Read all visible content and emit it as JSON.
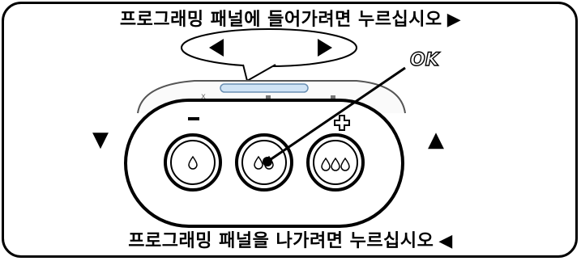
{
  "captions": {
    "enter": "프로그래밍 패널에 들어가려면 누르십시오",
    "enter_arrow": "▶",
    "exit": "프로그래밍 패널을 나가려면 누르십시오",
    "exit_arrow": "◀"
  },
  "labels": {
    "ok": "OK",
    "down_arrow": "▼",
    "up_arrow": "▲",
    "minus": "−",
    "plus": "✚"
  },
  "icons": {
    "left_arrow": "left-triangle-icon",
    "right_arrow": "right-triangle-icon",
    "buttons": [
      "single-drop-icon",
      "double-drop-icon",
      "triple-drop-icon"
    ]
  }
}
